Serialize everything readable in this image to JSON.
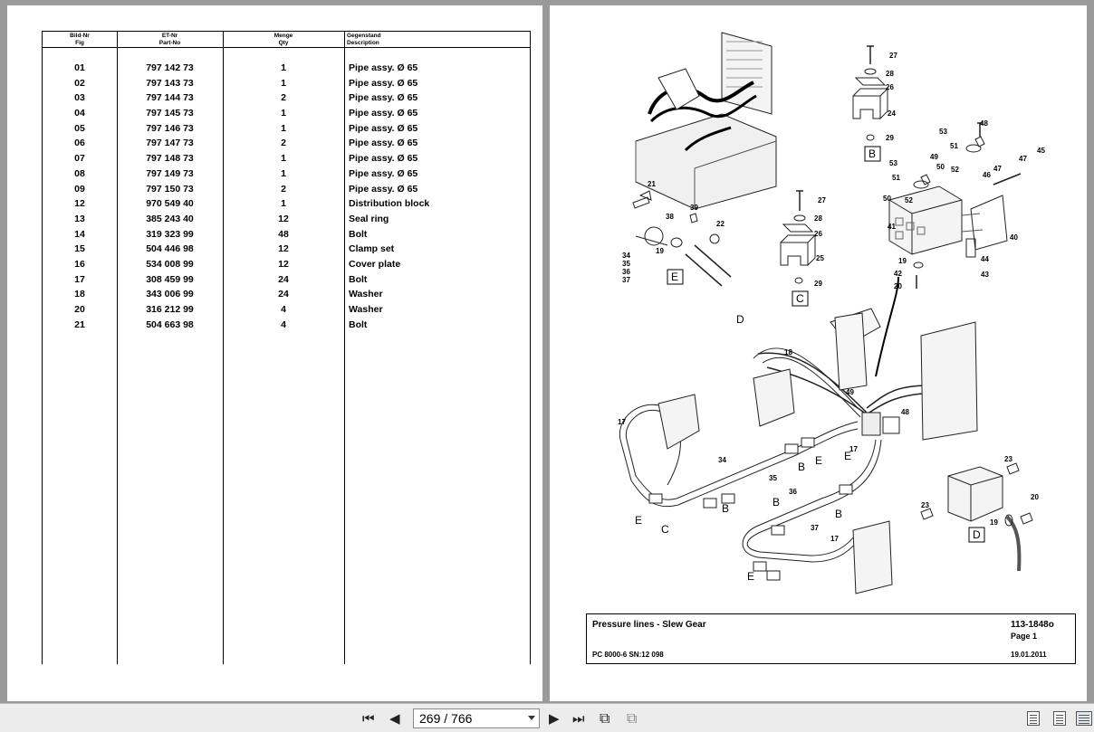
{
  "table": {
    "headers": {
      "fig": [
        "Bild-Nr",
        "Fig"
      ],
      "part": [
        "ET-Nr",
        "Part-No"
      ],
      "qty": [
        "Menge",
        "Qty"
      ],
      "desc": [
        "Gegenstand",
        "Description"
      ]
    },
    "rows": [
      {
        "fig": "01",
        "part": "797 142 73",
        "qty": "1",
        "desc": "Pipe assy. Ø 65"
      },
      {
        "fig": "02",
        "part": "797 143 73",
        "qty": "1",
        "desc": "Pipe assy. Ø 65"
      },
      {
        "fig": "03",
        "part": "797 144 73",
        "qty": "2",
        "desc": "Pipe assy. Ø 65"
      },
      {
        "fig": "04",
        "part": "797 145 73",
        "qty": "1",
        "desc": "Pipe assy. Ø 65"
      },
      {
        "fig": "05",
        "part": "797 146 73",
        "qty": "1",
        "desc": "Pipe assy. Ø 65"
      },
      {
        "fig": "06",
        "part": "797 147 73",
        "qty": "2",
        "desc": "Pipe assy. Ø 65"
      },
      {
        "fig": "07",
        "part": "797 148 73",
        "qty": "1",
        "desc": "Pipe assy. Ø 65"
      },
      {
        "fig": "08",
        "part": "797 149 73",
        "qty": "1",
        "desc": "Pipe assy. Ø 65"
      },
      {
        "fig": "09",
        "part": "797 150 73",
        "qty": "2",
        "desc": "Pipe assy. Ø 65"
      },
      {
        "fig": "12",
        "part": "970 549 40",
        "qty": "1",
        "desc": "Distribution block"
      },
      {
        "fig": "13",
        "part": "385 243 40",
        "qty": "12",
        "desc": "Seal ring"
      },
      {
        "fig": "14",
        "part": "319 323 99",
        "qty": "48",
        "desc": "Bolt"
      },
      {
        "fig": "15",
        "part": "504 446 98",
        "qty": "12",
        "desc": "Clamp set"
      },
      {
        "fig": "16",
        "part": "534 008 99",
        "qty": "12",
        "desc": "Cover plate"
      },
      {
        "fig": "17",
        "part": "308 459 99",
        "qty": "24",
        "desc": "Bolt"
      },
      {
        "fig": "18",
        "part": "343 006 99",
        "qty": "24",
        "desc": "Washer"
      },
      {
        "fig": "20",
        "part": "316 212 99",
        "qty": "4",
        "desc": "Washer"
      },
      {
        "fig": "21",
        "part": "504 663 98",
        "qty": "4",
        "desc": "Bolt"
      }
    ]
  },
  "diagram": {
    "detail_letters": [
      "B",
      "C",
      "D",
      "E"
    ],
    "callouts": [
      "17",
      "18",
      "19",
      "20",
      "21",
      "22",
      "23",
      "24",
      "25",
      "26",
      "27",
      "28",
      "29",
      "34",
      "35",
      "36",
      "37",
      "38",
      "39",
      "40",
      "41",
      "42",
      "43",
      "44",
      "45",
      "46",
      "47",
      "48",
      "49",
      "50",
      "51",
      "52",
      "53"
    ]
  },
  "titleblock": {
    "title": "Pressure lines - Slew Gear",
    "drawing_no": "113-1848o",
    "page": "Page 1",
    "machine": "PC 8000-6 SN:12 098",
    "date": "19.01.2011"
  },
  "viewer": {
    "page_indicator": "269 / 766",
    "first_icon": "first-page-icon",
    "prev_icon": "prev-page-icon",
    "next_icon": "next-page-icon",
    "last_icon": "last-page-icon"
  }
}
